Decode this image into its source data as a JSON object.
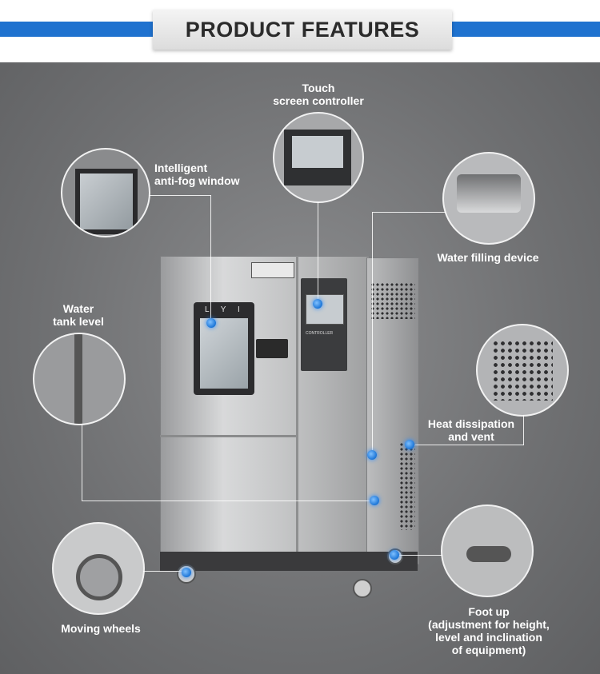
{
  "header": {
    "title": "PRODUCT FEATURES"
  },
  "labels": {
    "touch_screen": [
      "Touch",
      "screen controller"
    ],
    "anti_fog": [
      "Intelligent",
      "anti-fog window"
    ],
    "water_filling": [
      "Water filling device"
    ],
    "water_tank": [
      "Water",
      "tank level"
    ],
    "heat_vent": [
      "Heat dissipation",
      "and vent"
    ],
    "moving_wheels": [
      "Moving wheels"
    ],
    "foot_up": [
      "Foot up",
      "(adjustment for height,",
      "level and inclination",
      "of equipment)"
    ]
  },
  "product": {
    "window_brand": "L Y I",
    "panel_text": "CONTROLLER"
  },
  "colors": {
    "accent_blue": "#1f72cf",
    "dot_blue": "#1a74d6",
    "background": "#6d6e70"
  }
}
